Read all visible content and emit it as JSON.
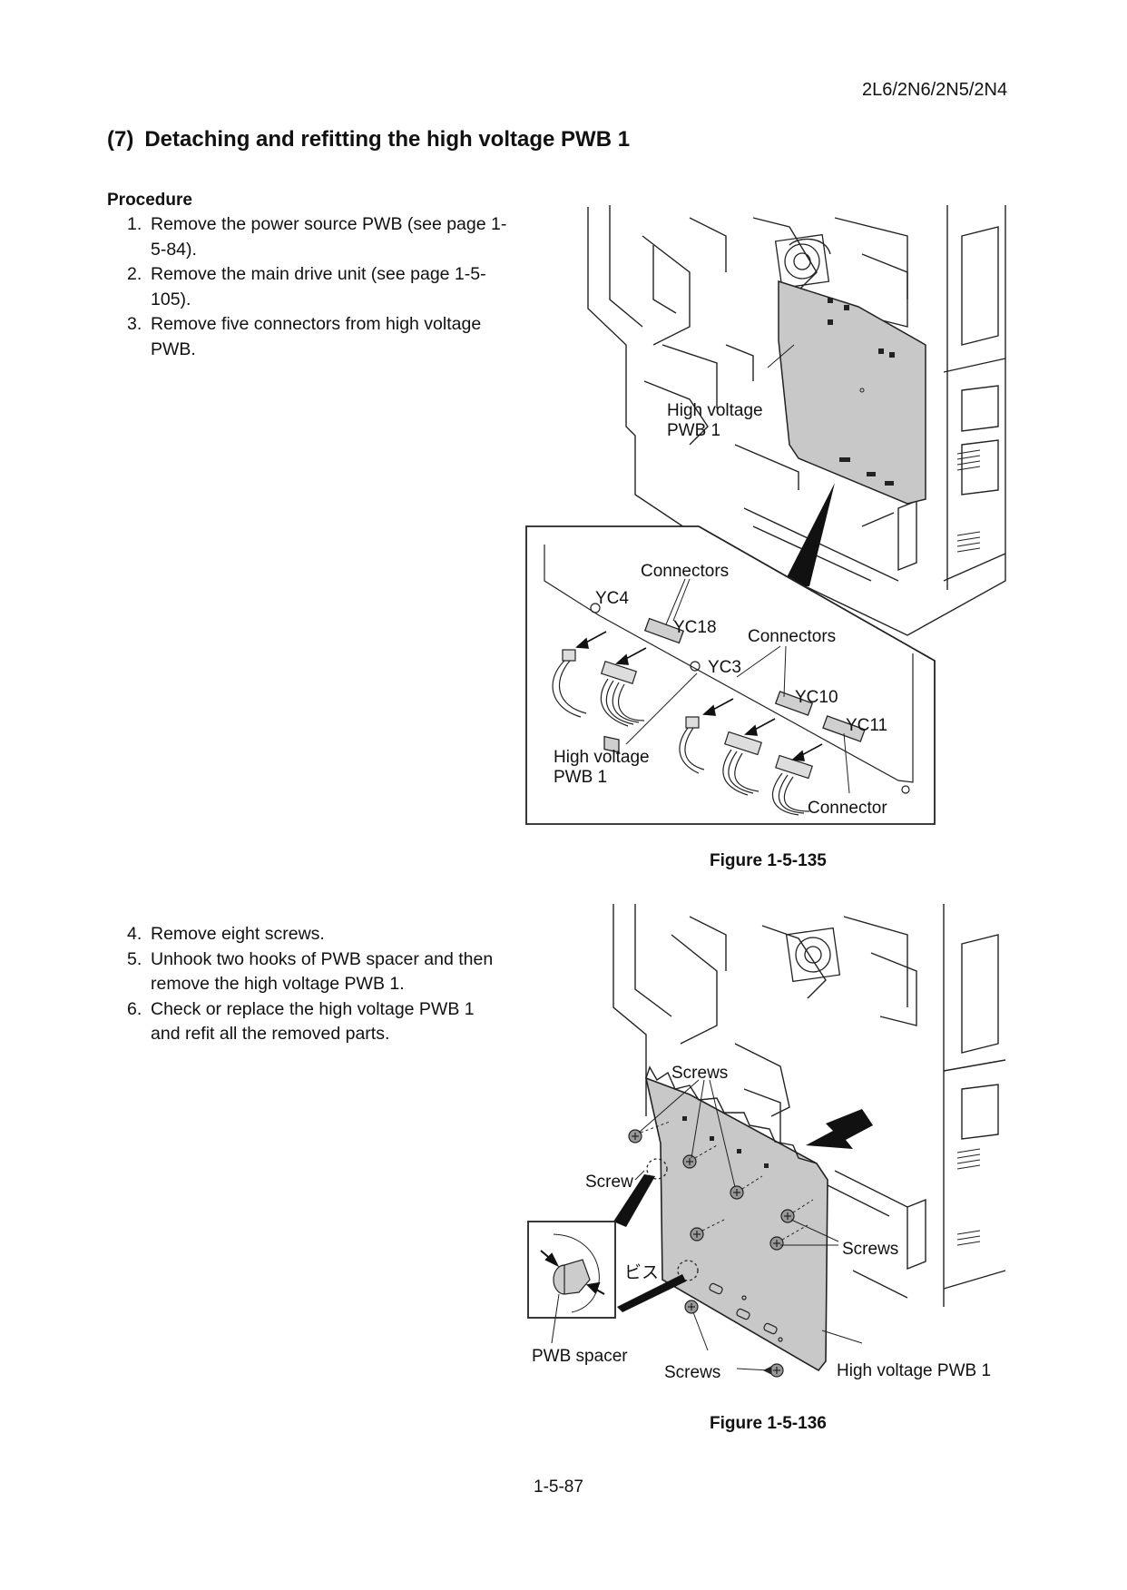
{
  "header": {
    "model_code": "2L6/2N6/2N5/2N4"
  },
  "section": {
    "number": "(7)",
    "title": "Detaching and refitting the high voltage PWB 1"
  },
  "procedure": {
    "heading": "Procedure",
    "steps_part1": [
      {
        "num": "1.",
        "text": "Remove the power source PWB (see page 1-5-84)."
      },
      {
        "num": "2.",
        "text": "Remove the main drive unit (see page 1-5-105)."
      },
      {
        "num": "3.",
        "text": "Remove five connectors from high voltage PWB."
      }
    ],
    "steps_part2": [
      {
        "num": "4.",
        "text": "Remove eight screws."
      },
      {
        "num": "5.",
        "text": "Unhook two hooks of PWB spacer and then remove the high voltage PWB 1."
      },
      {
        "num": "6.",
        "text": "Check or replace the high voltage PWB 1 and refit all the removed parts."
      }
    ]
  },
  "figure1": {
    "caption": "Figure 1-5-135",
    "labels": {
      "hv_pwb_main_line1": "High voltage",
      "hv_pwb_main_line2": "PWB 1",
      "connectors_top": "Connectors",
      "yc4": "YC4",
      "yc18": "YC18",
      "connectors_right": "Connectors",
      "yc3": "YC3",
      "yc10": "YC10",
      "yc11": "YC11",
      "hv_pwb_detail_line1": "High voltage",
      "hv_pwb_detail_line2": "PWB 1",
      "connector": "Connector"
    }
  },
  "figure2": {
    "caption": "Figure 1-5-136",
    "labels": {
      "screws_top": "Screws",
      "screw_single": "Screw",
      "bisu": "ビス",
      "screws_right": "Screws",
      "pwb_spacer": "PWB spacer",
      "screws_bottom": "Screws",
      "hv_pwb": "High voltage PWB 1"
    }
  },
  "footer": {
    "page_number": "1-5-87"
  }
}
